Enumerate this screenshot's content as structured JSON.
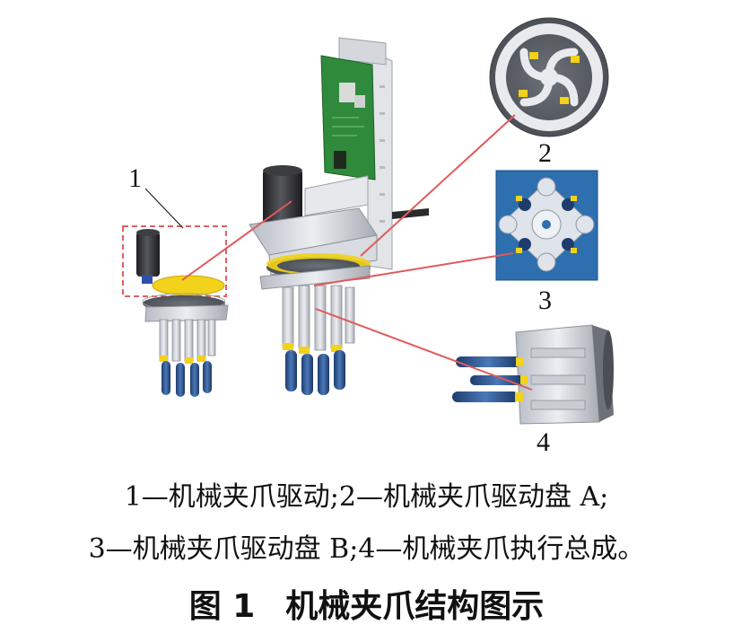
{
  "figure": {
    "callouts": [
      "1",
      "2",
      "3",
      "4"
    ],
    "legend_line_1": "1—机械夹爪驱动;2—机械夹爪驱动盘 A;",
    "legend_line_2": "3—机械夹爪驱动盘 B;4—机械夹爪执行总成。",
    "title_number": "图 1",
    "title_text": "机械夹爪结构图示"
  },
  "colors": {
    "leader_line": "#e05a5a",
    "dashed_box": "#e06060",
    "pcb_green": "#2f8a3c",
    "plate_blue": "#2e6fb0",
    "disc_gray": "#5b5f66",
    "yellow": "#f2d21a",
    "finger_blue": "#2a4f86"
  }
}
